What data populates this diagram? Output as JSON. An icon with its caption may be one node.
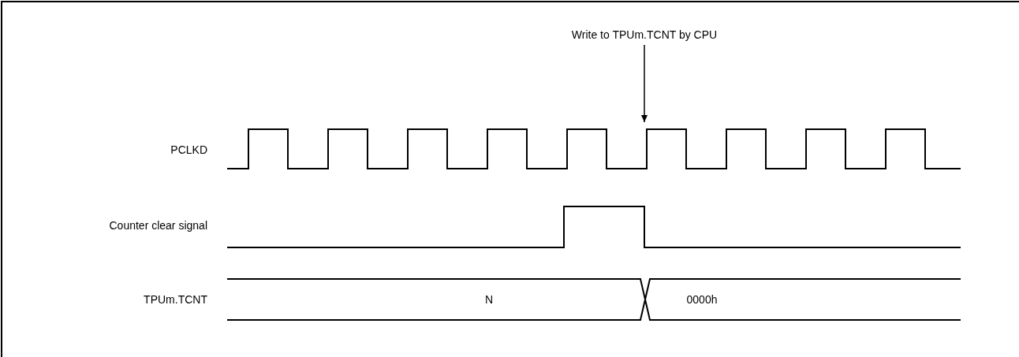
{
  "diagram": {
    "nodes": [
      {
        "text": [
          "Write to TPUm.TCNT by CPU"
        ]
      },
      {
        "text": [],
        "shape": "picture"
      }
    ],
    "edges": [
      {
        "from": 0,
        "to": 1,
        "arrow": "to"
      }
    ],
    "labels": [
      "PCLKD",
      "Counter clear signal",
      "TPUm.TCNT",
      "N",
      "0000h"
    ]
  }
}
